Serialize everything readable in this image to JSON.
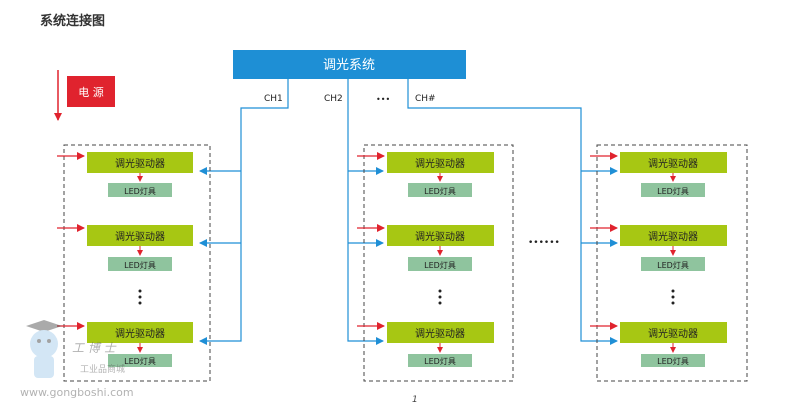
{
  "title": "系统连接图",
  "colors": {
    "system_box": "#1e8fd5",
    "power_box": "#e0232e",
    "driver_box": "#a7c713",
    "led_box": "#8fc49e",
    "blue_line": "#1f8fd6",
    "red_arrow": "#e0232e",
    "dashed_border": "#444444"
  },
  "system_label": "调光系统",
  "power_label": "电 源",
  "channels": [
    "CH1",
    "CH2",
    "CH#"
  ],
  "channel_ellipsis": "•••",
  "group_ellipsis": "••••••",
  "driver_label": "调光驱动器",
  "led_label": "LED灯具",
  "page_number": "1",
  "watermark": {
    "cn": "工 博 士",
    "sub": "工业品商城",
    "url": "www.gongboshi.com"
  }
}
